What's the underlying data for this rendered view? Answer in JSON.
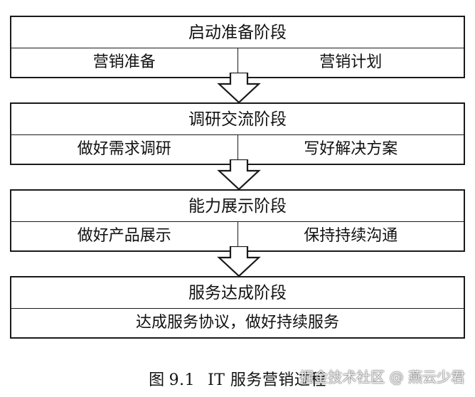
{
  "stages": [
    {
      "title": "启动准备阶段",
      "items": [
        "营销准备",
        "营销计划"
      ]
    },
    {
      "title": "调研交流阶段",
      "items": [
        "做好需求调研",
        "写好解决方案"
      ]
    },
    {
      "title": "能力展示阶段",
      "items": [
        "做好产品展示",
        "保持持续沟通"
      ]
    },
    {
      "title": "服务达成阶段",
      "items": [
        "达成服务协议，做好持续服务"
      ]
    }
  ],
  "caption": {
    "prefix": "图",
    "number": "9.1",
    "text": "IT 服务营销过程"
  },
  "watermark": "掘金技术社区 @ 燕云少君"
}
